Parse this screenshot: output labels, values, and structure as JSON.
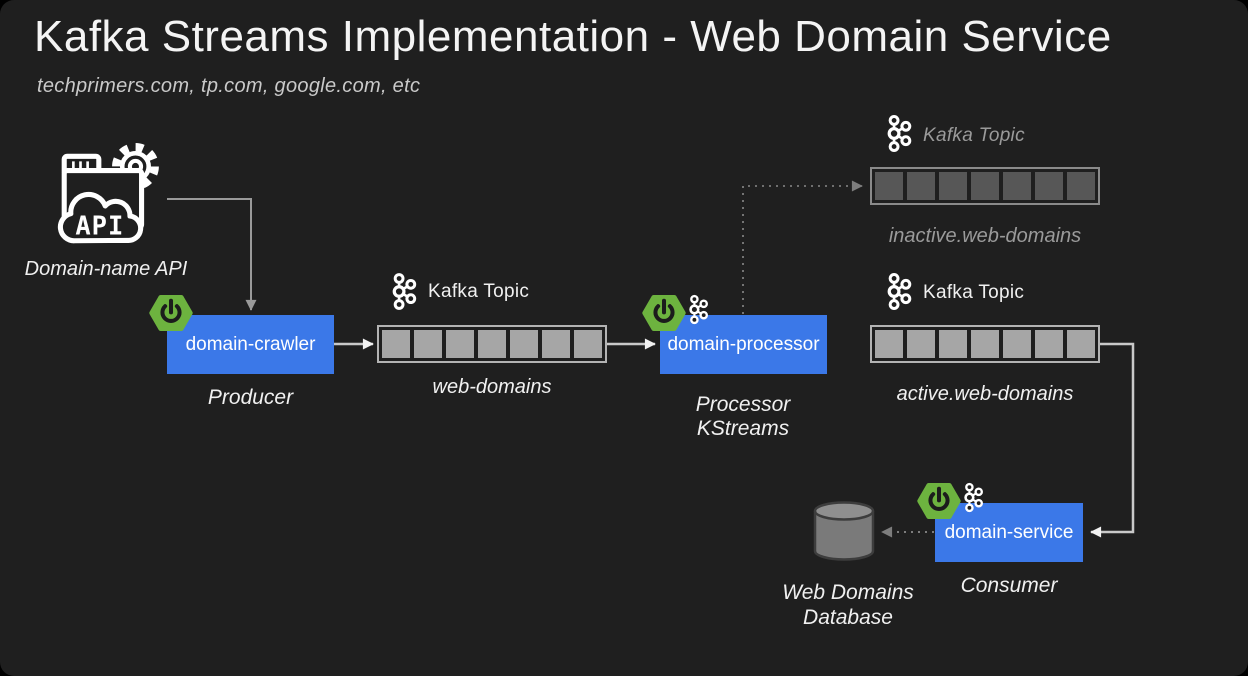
{
  "header": {
    "title": "Kafka Streams Implementation - Web Domain Service",
    "subtitle": "techprimers.com, tp.com, google.com, etc"
  },
  "api": {
    "badge": "API",
    "label": "Domain-name API"
  },
  "services": {
    "crawler": {
      "name": "domain-crawler",
      "role": "Producer"
    },
    "processor": {
      "name": "domain-processor",
      "role": "Processor\nKStreams"
    },
    "consumer": {
      "name": "domain-service",
      "role": "Consumer"
    }
  },
  "database": {
    "label": "Web Domains\nDatabase"
  },
  "topics": {
    "web_domains": {
      "heading": "Kafka Topic",
      "name": "web-domains",
      "partitions": 7,
      "state": "active"
    },
    "inactive": {
      "heading": "Kafka Topic",
      "name": "inactive.web-domains",
      "partitions": 7,
      "state": "inactive"
    },
    "active": {
      "heading": "Kafka Topic",
      "name": "active.web-domains",
      "partitions": 7,
      "state": "active"
    }
  },
  "colors": {
    "background": "#1f1f1f",
    "service_box": "#3b78e8",
    "spring_green": "#6db33f",
    "partition_active": "#a6a6a6",
    "partition_inactive": "#575757",
    "muted_text": "#9a9a9a"
  }
}
